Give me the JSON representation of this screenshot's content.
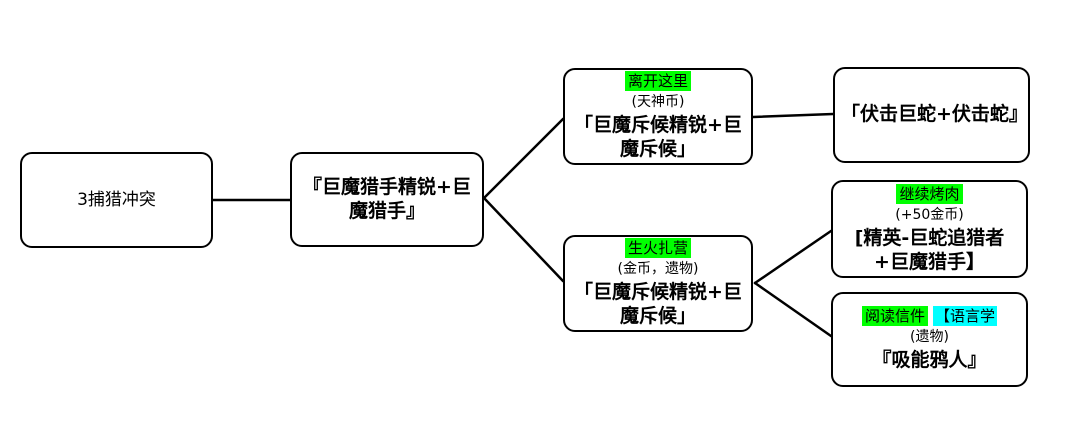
{
  "colors": {
    "highlight_green": "#00ff00",
    "highlight_cyan": "#00ffff",
    "box_border": "#000000",
    "background": "#ffffff",
    "text": "#000000"
  },
  "nodes": {
    "start": {
      "title": "3捕猎冲突"
    },
    "encounter": {
      "title": "『巨魔猎手精锐+巨魔猎手』"
    },
    "leave": {
      "action": "离开这里",
      "reward": "(天神币)",
      "result": "「巨魔斥候精锐+巨魔斥候」"
    },
    "camp": {
      "action": "生火扎营",
      "reward": "(金币，遗物)",
      "result": "「巨魔斥候精锐+巨魔斥候」"
    },
    "ambush": {
      "result": "「伏击巨蛇+伏击蛇』"
    },
    "roast": {
      "action": "继续烤肉",
      "reward": "(+50金币)",
      "result": "[精英-巨蛇追猎者+巨魔猎手】"
    },
    "letter": {
      "action": "阅读信件",
      "action_tag": "【语言学",
      "reward": "(遗物)",
      "result": "『吸能鸦人』"
    }
  },
  "edges": [
    {
      "from": "start",
      "to": "encounter"
    },
    {
      "from": "encounter",
      "to": "leave"
    },
    {
      "from": "encounter",
      "to": "camp"
    },
    {
      "from": "leave",
      "to": "ambush"
    },
    {
      "from": "camp",
      "to": "roast"
    },
    {
      "from": "camp",
      "to": "letter"
    }
  ]
}
